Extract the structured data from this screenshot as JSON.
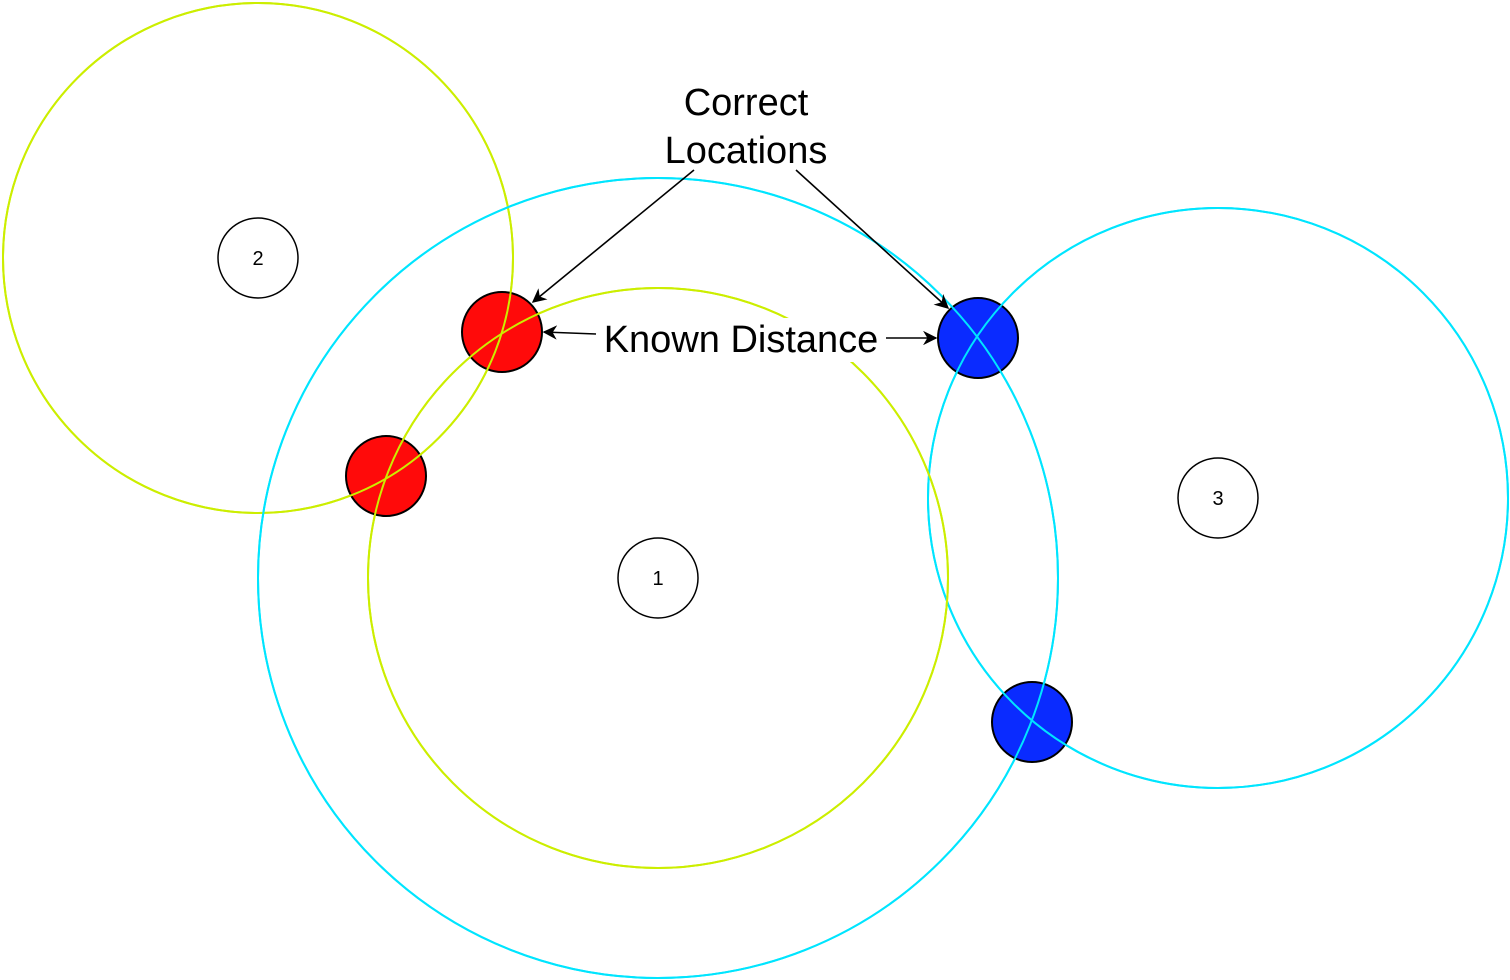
{
  "annotations": {
    "correct_line1": "Correct",
    "correct_line2": "Locations",
    "known_distance": "Known Distance"
  },
  "anchors": [
    {
      "label": "1"
    },
    {
      "label": "2"
    },
    {
      "label": "3"
    }
  ],
  "range_circles": [
    {
      "anchor": "1",
      "color": "#ccee00"
    },
    {
      "anchor": "1",
      "color": "#00e5ff"
    },
    {
      "anchor": "2",
      "color": "#ccee00"
    },
    {
      "anchor": "3",
      "color": "#00e5ff"
    }
  ],
  "candidate_points": [
    {
      "group": "red",
      "color": "#ff0000",
      "correct": true
    },
    {
      "group": "red",
      "color": "#ff0000",
      "correct": false
    },
    {
      "group": "blue",
      "color": "#0022ff",
      "correct": true
    },
    {
      "group": "blue",
      "color": "#0022ff",
      "correct": false
    }
  ],
  "colors": {
    "stroke": "#000000",
    "background": "#ffffff"
  }
}
